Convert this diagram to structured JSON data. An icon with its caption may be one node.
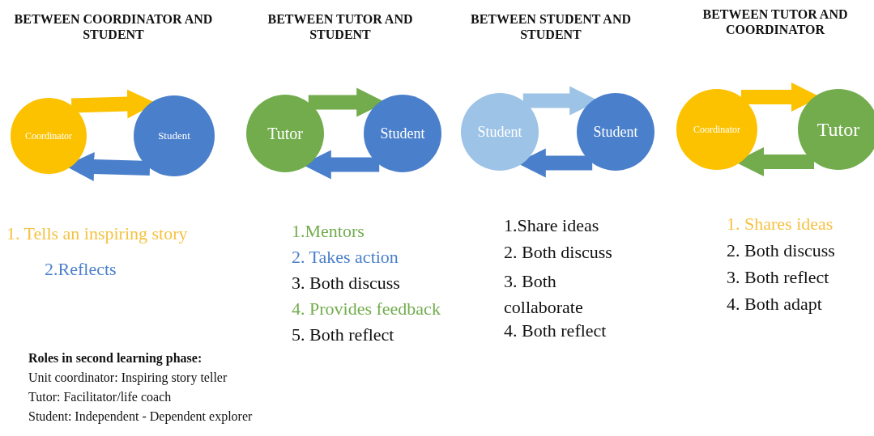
{
  "diagram": {
    "nodes": [
      {
        "text": [
          "Coordinator"
        ]
      },
      {
        "text": [
          "Student"
        ]
      },
      {
        "text": [
          "Tutor"
        ]
      },
      {
        "text": [
          "Student"
        ]
      },
      {
        "text": [
          "Student"
        ]
      },
      {
        "text": [
          "Student"
        ]
      },
      {
        "text": [
          "Coordinator"
        ]
      },
      {
        "text": [
          "Tutor"
        ]
      }
    ],
    "edges": [
      {
        "from": 0,
        "to": 1,
        "arrow": "to",
        "color": "#fcc200"
      },
      {
        "from": 1,
        "to": 0,
        "arrow": "to"
      },
      {
        "from": 2,
        "to": 3,
        "arrow": "to",
        "color": "#72ac4d"
      },
      {
        "from": 3,
        "to": 2,
        "arrow": "to"
      },
      {
        "from": 4,
        "to": 5,
        "arrow": "to",
        "color": "#9dc3e6"
      },
      {
        "from": 5,
        "to": 4,
        "arrow": "to"
      },
      {
        "from": 6,
        "to": 7,
        "arrow": "to",
        "color": "#fcc200"
      },
      {
        "from": 7,
        "to": 6,
        "arrow": "to",
        "color": "#72ac4d"
      }
    ],
    "labels": [
      "BETWEEN COORDINATOR AND STUDENT",
      "BETWEEN TUTOR AND STUDENT",
      "BETWEEN STUDENT AND STUDENT",
      "BETWEEN TUTOR AND COORDINATOR",
      "1. Tells an inspiring story",
      "2.Reflects",
      "1.Mentors",
      "2. Takes action",
      "3. Both discuss",
      "4. Provides feedback",
      "5. Both reflect",
      "1.Share ideas",
      "2. Both discuss",
      "3. Both collaborate",
      "4. Both reflect",
      "1. Shares ideas",
      "2. Both discuss",
      "3. Both reflect",
      "4. Both adapt",
      "Roles in second learning phase:",
      "Unit coordinator: Inspiring story teller",
      "Tutor: Facilitator/life coach",
      "Student: Independent - Dependent explorer"
    ]
  }
}
